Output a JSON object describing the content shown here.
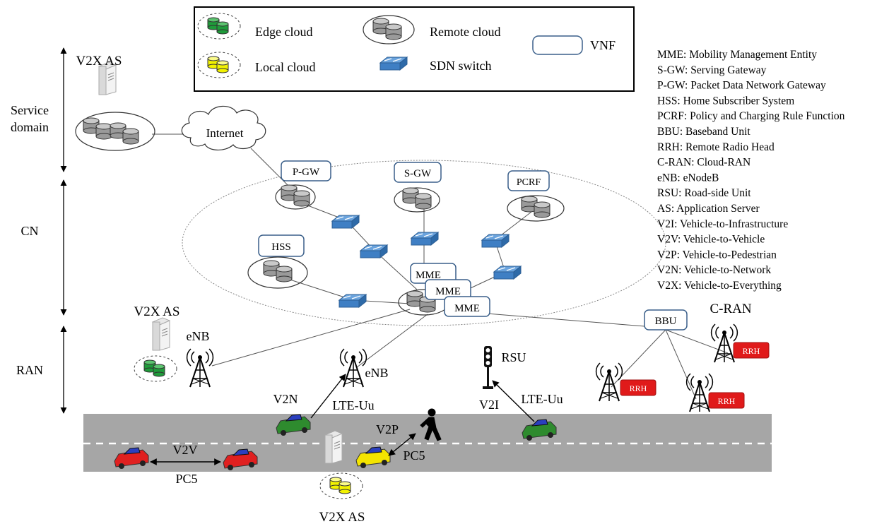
{
  "legend": {
    "edge_cloud": "Edge cloud",
    "remote_cloud": "Remote cloud",
    "vnf": "VNF",
    "local_cloud": "Local cloud",
    "sdn_switch": "SDN switch"
  },
  "domains": {
    "service_line1": "Service",
    "service_line2": "domain",
    "cn": "CN",
    "ran": "RAN"
  },
  "nodes": {
    "v2x_as_top": "V2X AS",
    "internet": "Internet",
    "pgw": "P-GW",
    "sgw": "S-GW",
    "pcrf": "PCRF",
    "hss": "HSS",
    "mme1": "MME",
    "mme2": "MME",
    "mme3": "MME",
    "v2x_as_ran": "V2X AS",
    "enb1": "eNB",
    "enb2": "eNB",
    "rsu": "RSU",
    "bbu": "BBU",
    "cran": "C-RAN",
    "rrh1": "RRH",
    "rrh2": "RRH",
    "rrh3": "RRH",
    "v2x_as_bottom": "V2X AS"
  },
  "links": {
    "v2n": "V2N",
    "lte_uu_1": "LTE-Uu",
    "v2i": "V2I",
    "lte_uu_2": "LTE-Uu",
    "v2p": "V2P",
    "pc5_1": "PC5",
    "v2v": "V2V",
    "pc5_2": "PC5"
  },
  "abbreviations": [
    "MME: Mobility Management Entity",
    "S-GW: Serving Gateway",
    "P-GW: Packet Data Network Gateway",
    "HSS: Home Subscriber System",
    "PCRF: Policy and Charging Rule Function",
    "BBU: Baseband Unit",
    "RRH: Remote Radio Head",
    "C-RAN: Cloud-RAN",
    "eNB: eNodeB",
    "RSU: Road-side Unit",
    "AS: Application Server",
    "V2I: Vehicle-to-Infrastructure",
    "V2V: Vehicle-to-Vehicle",
    "V2P: Vehicle-to-Pedestrian",
    "V2N: Vehicle-to-Network",
    "V2X: Vehicle-to-Everything"
  ],
  "colors": {
    "edge_cloud": "#1f9b3a",
    "local_cloud": "#f2f200",
    "remote_cloud": "#9a9a9a",
    "sdn_switch": "#3f7fc4",
    "vnf_border": "#3a5f8a",
    "rrh": "#e01a1a",
    "road": "#a6a6a6",
    "car_green": "#2e8b2e",
    "car_red": "#e02020",
    "car_yellow": "#f4e400"
  }
}
